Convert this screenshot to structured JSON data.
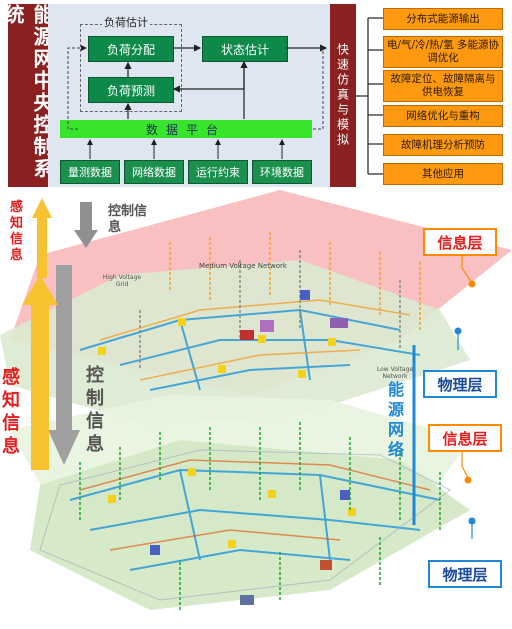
{
  "system_title": "能源网中央控制系统",
  "load_estimation_group": "负荷估计",
  "boxes": {
    "load_distribution": "负荷分配",
    "state_estimation": "状态估计",
    "load_forecast": "负荷预测"
  },
  "data_platform": "数据平台",
  "data_sources": [
    "量测数据",
    "网络数据",
    "运行约束",
    "环境数据"
  ],
  "sim_label": "快速仿真与模拟",
  "outputs": [
    "分布式能源输出",
    "电/气/冷/热/氢 多能源协调优化",
    "故障定位、故障隔离与 供电恢复",
    "网络优化与重构",
    "故障机理分析预防",
    "其他应用"
  ],
  "side_labels": {
    "control_info_small": "控制信息",
    "sense_info_small": "感知信息",
    "sense_info_big": "感知信息",
    "control_info_big": "控制信息",
    "energy_network": "能源网络"
  },
  "layer_labels": {
    "info_layer_1": "信息层",
    "physical_layer_1": "物理层",
    "info_layer_2": "信息层",
    "physical_layer_2": "物理层"
  },
  "map_labels": {
    "medium_voltage": "Medium Voltage Network",
    "high_voltage": "High Voltage Grid",
    "low_voltage": "Low Voltage Network"
  },
  "colors": {
    "dark_red": "#8b2020",
    "green": "#0d8a4a",
    "platform_green": "#39e52a",
    "orange": "#ff9a10",
    "pink_layer": "#f7b5b5",
    "blue_label": "#1f88d8"
  }
}
